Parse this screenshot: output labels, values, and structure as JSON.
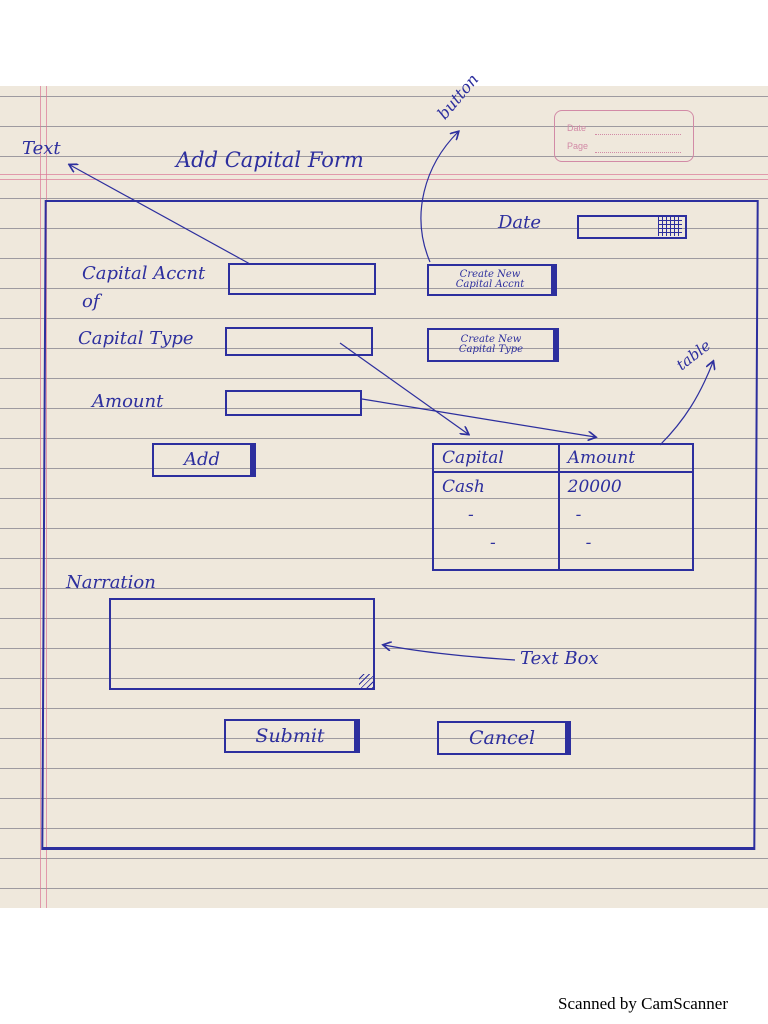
{
  "form": {
    "title": "Add Capital Form",
    "date_label": "Date",
    "date_value": "",
    "capital_account_label": "Capital Accnt of",
    "capital_account_value": "",
    "capital_type_label": "Capital Type",
    "capital_type_value": "",
    "amount_label": "Amount",
    "amount_value": "",
    "create_account_button": [
      "Create New",
      "Capital Accnt"
    ],
    "create_type_button": [
      "Create New",
      "Capital Type"
    ],
    "add_button": "Add",
    "table": {
      "headers": [
        "Capital",
        "Amount"
      ],
      "rows": [
        [
          "Cash",
          "20000"
        ],
        [
          "-",
          "-"
        ],
        [
          "-",
          "-"
        ]
      ]
    },
    "narration_label": "Narration",
    "narration_value": "",
    "submit_button": "Submit",
    "cancel_button": "Cancel"
  },
  "annotations": {
    "text": "Text",
    "button": "button",
    "table": "table",
    "text_box": "Text Box"
  },
  "notebook": {
    "date_field": "Date",
    "page_field": "Page"
  },
  "footer": "Scanned by CamScanner",
  "colors": {
    "ink": "#2d2f9e",
    "paper": "#efe8dc",
    "margin": "#dc7896"
  }
}
